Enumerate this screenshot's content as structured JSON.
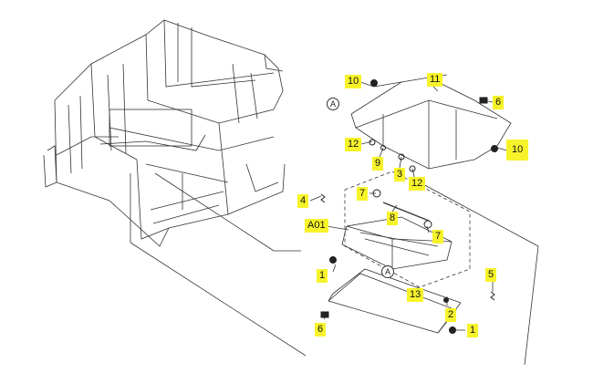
{
  "callouts": {
    "c10a": "10",
    "c11": "11",
    "c6a": "6",
    "c10b": "10",
    "c12a": "12",
    "c9": "9",
    "c3": "3",
    "c12b": "12",
    "c4": "4",
    "c7a": "7",
    "c8": "8",
    "c7b": "7",
    "cA01": "A01",
    "c5": "5",
    "c1a": "1",
    "c13": "13",
    "c2": "2",
    "c6b": "6",
    "c1b": "1"
  },
  "refs": {
    "r1": "A",
    "r2": "A"
  },
  "colors": {
    "highlight": "#f7f32a",
    "line": "#333333"
  }
}
